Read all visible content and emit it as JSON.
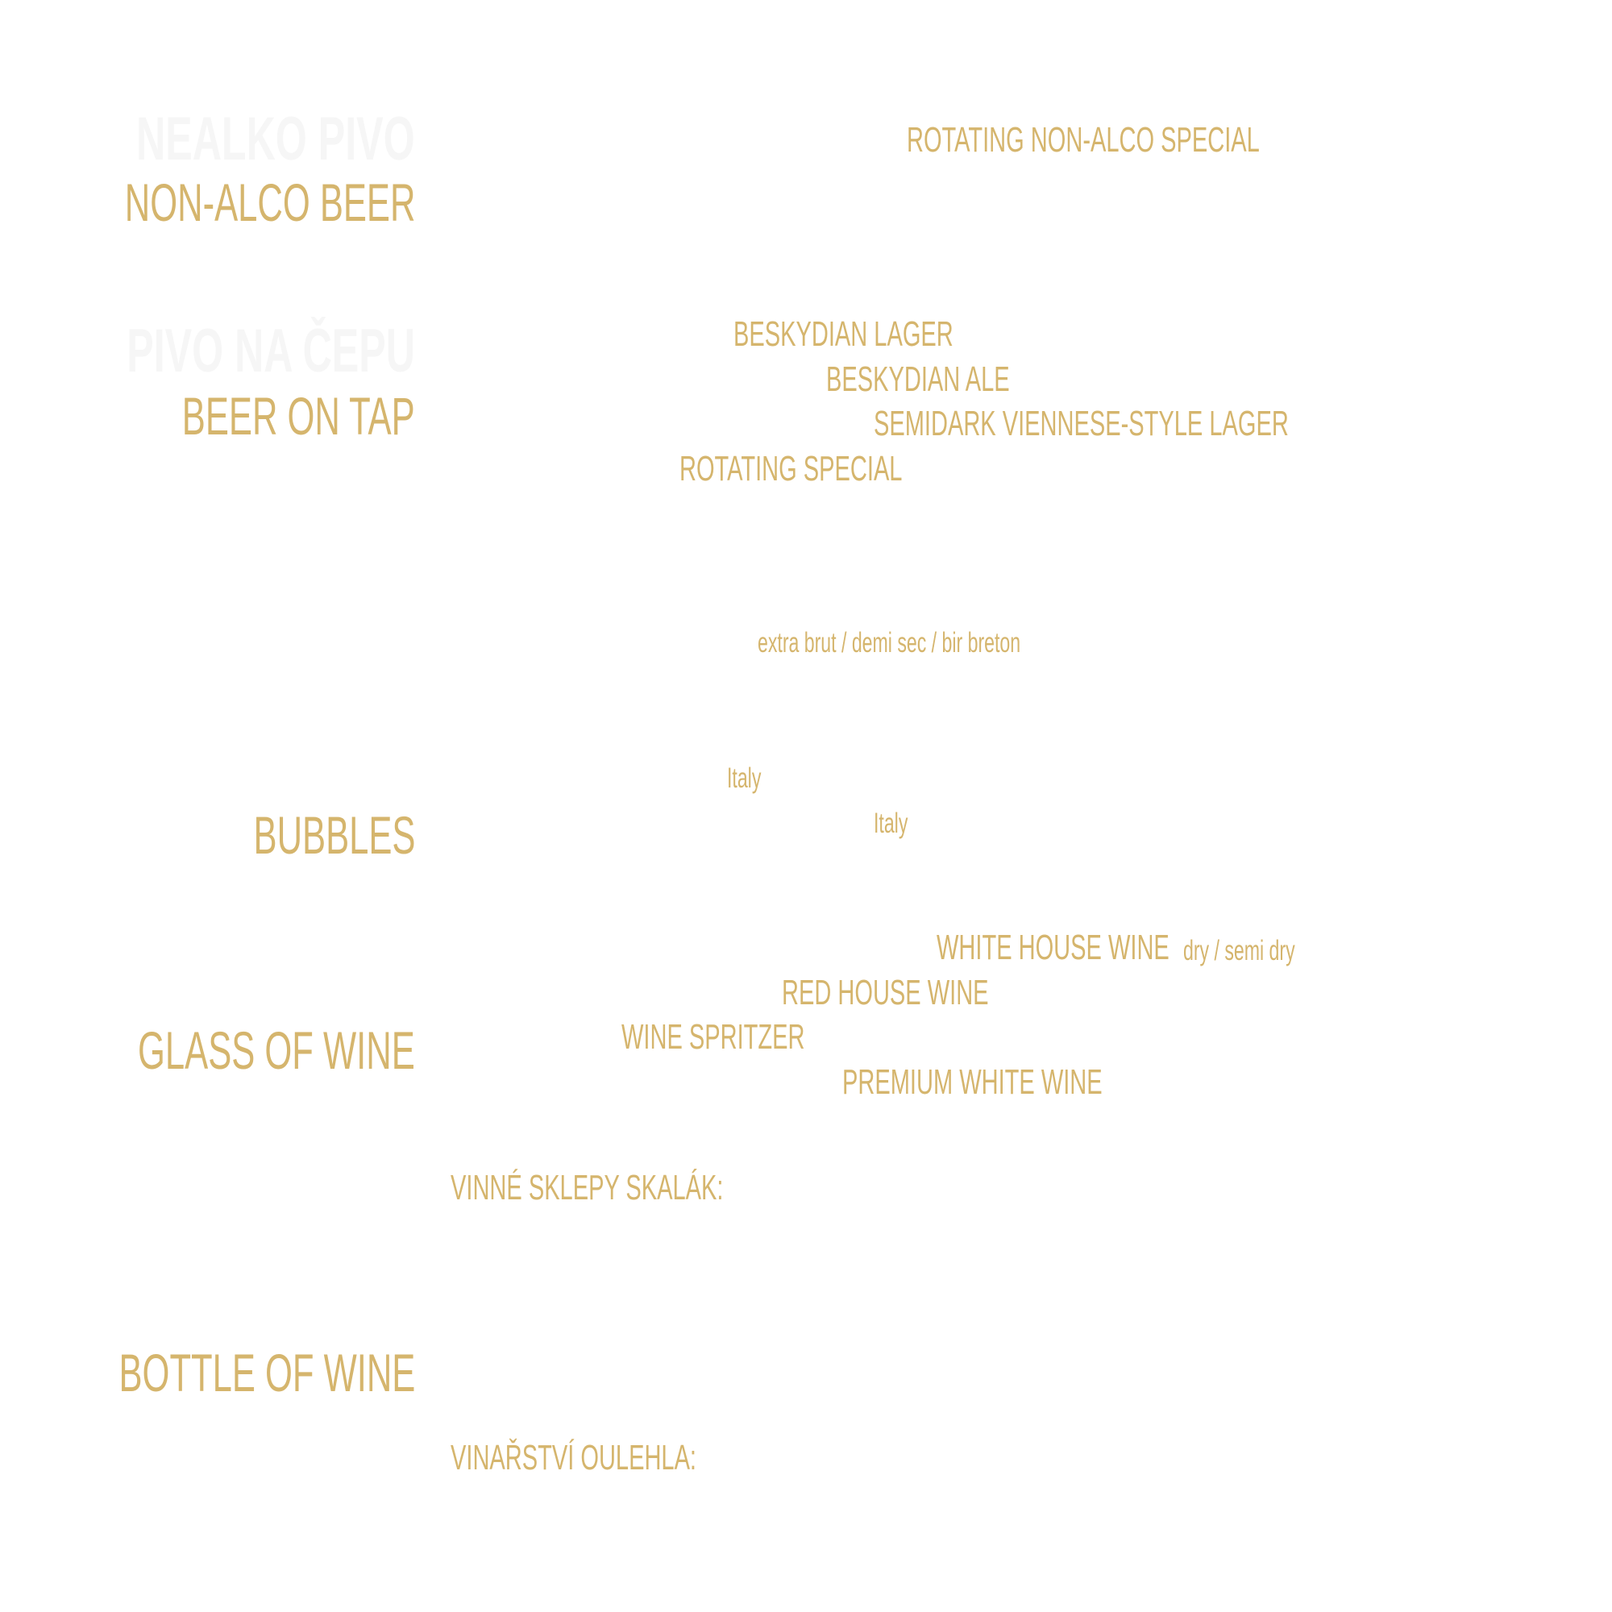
{
  "colors": {
    "gold": "#d5b56d",
    "ghost": "#f6f6f6",
    "background": "#ffffff"
  },
  "sections": {
    "non_alco": {
      "ghost_title": "NEALKO PIVO",
      "title": "NON-ALCO BEER",
      "items": [
        "ROTATING NON-ALCO SPECIAL"
      ]
    },
    "beer_on_tap": {
      "ghost_title": "PIVO NA ČEPU",
      "title": "BEER ON TAP",
      "items": [
        "BESKYDIAN LAGER",
        "BESKYDIAN ALE",
        "SEMIDARK VIENNESE-STYLE LAGER",
        "ROTATING SPECIAL"
      ]
    },
    "bubbles": {
      "title": "BUBBLES",
      "notes": [
        "extra brut / demi sec / bir breton",
        "Italy",
        "Italy"
      ]
    },
    "glass_of_wine": {
      "title": "GLASS OF WINE",
      "items": [
        "WHITE HOUSE WINE",
        "RED HOUSE WINE",
        "WINE SPRITZER",
        "PREMIUM WHITE WINE"
      ],
      "white_note": "dry / semi dry",
      "winery": "VINNÉ SKLEPY SKALÁK:"
    },
    "bottle_of_wine": {
      "title": "BOTTLE OF WINE",
      "winery": "VINAŘSTVÍ OULEHLA:"
    }
  }
}
